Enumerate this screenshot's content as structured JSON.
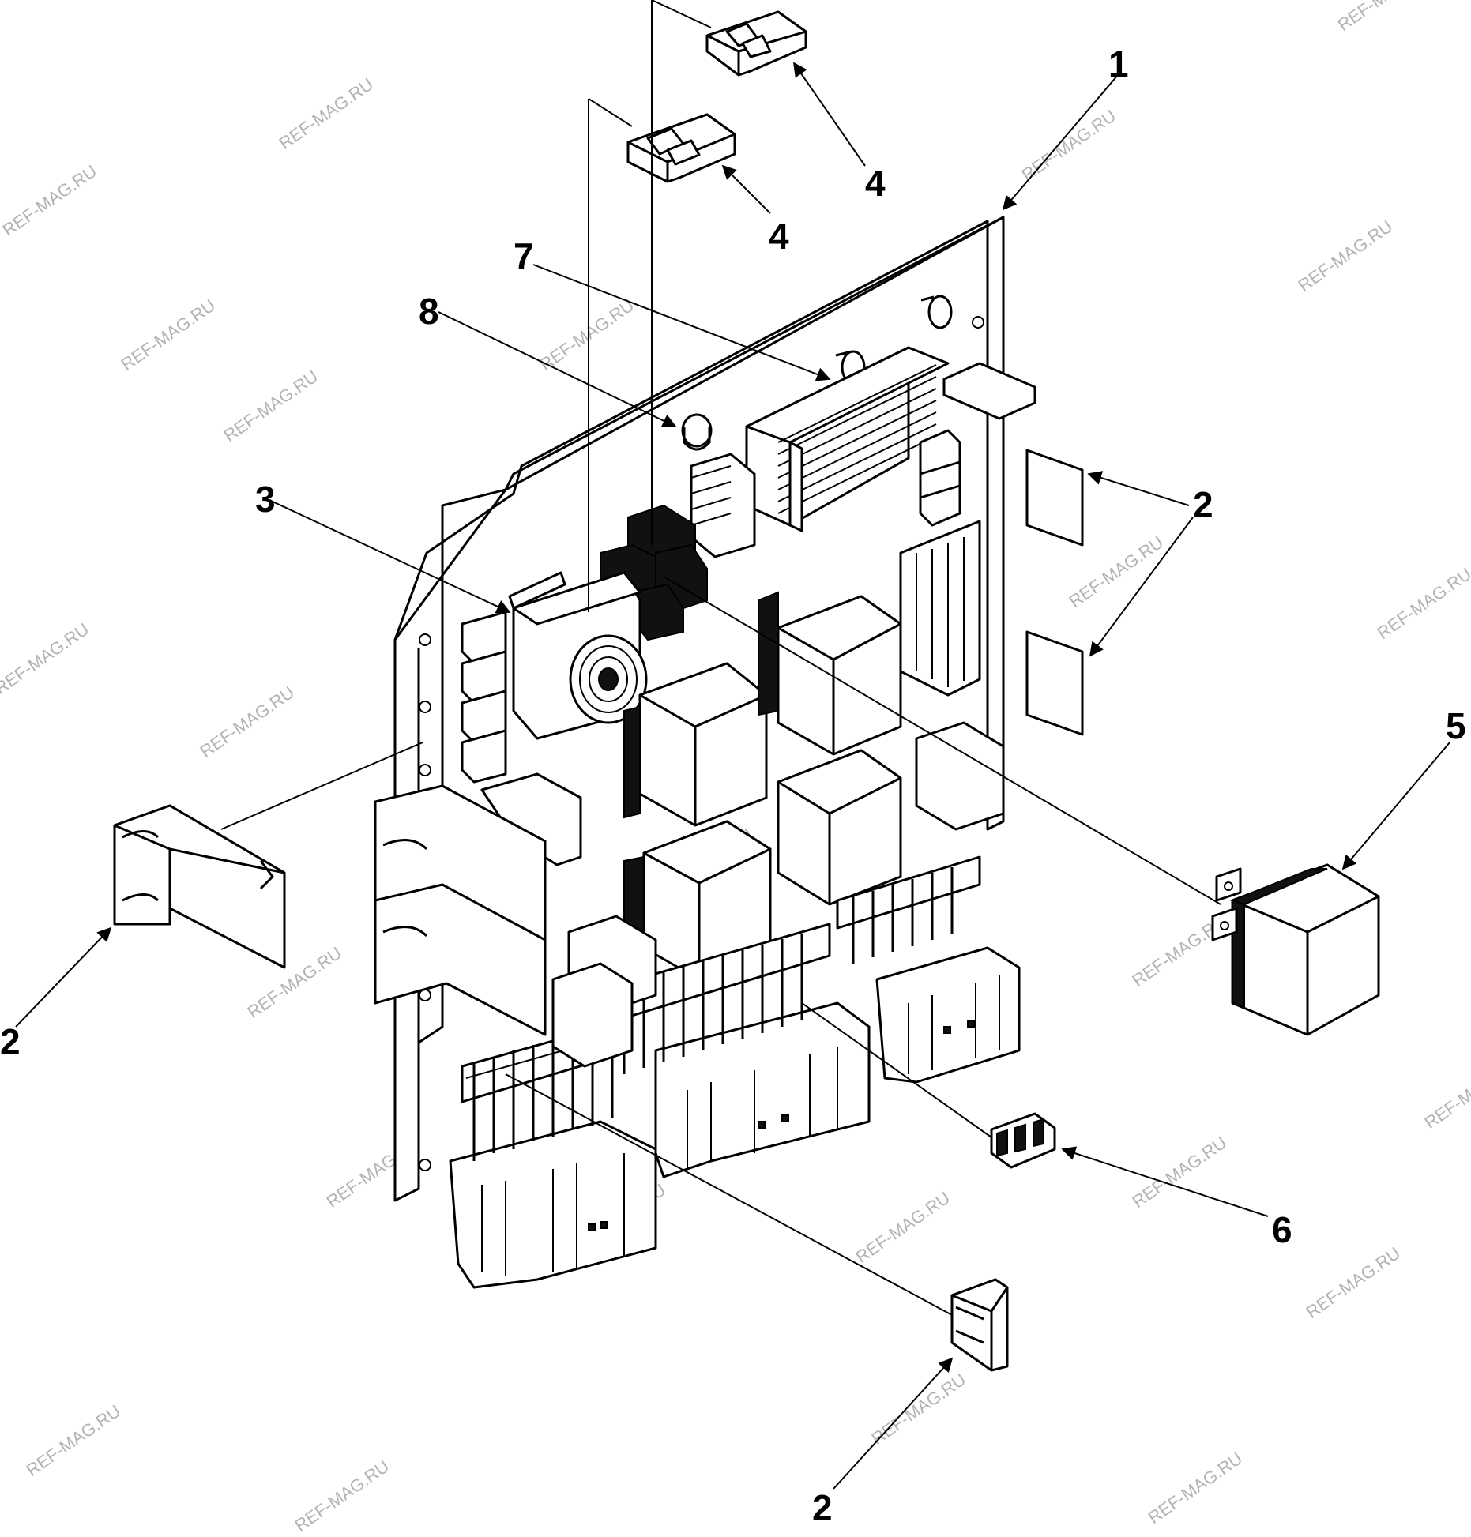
{
  "watermark": "REF-MAG.RU",
  "callouts": {
    "c1": "1",
    "c2a": "2",
    "c2b": "2",
    "c2c": "2",
    "c3": "3",
    "c4a": "4",
    "c4b": "4",
    "c5": "5",
    "c6": "6",
    "c7": "7",
    "c8": "8"
  }
}
